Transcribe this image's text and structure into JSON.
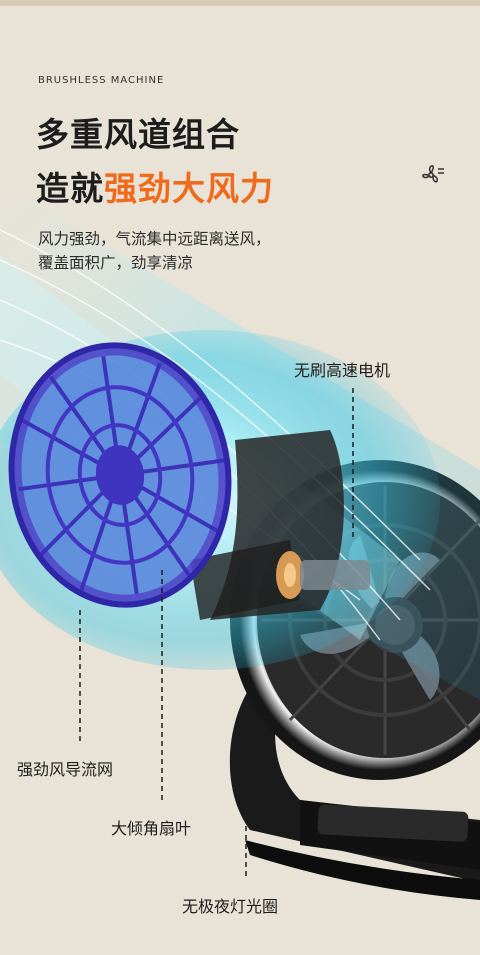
{
  "header": {
    "brand": "BRUSHLESS MACHINE",
    "title_line1": "多重风道组合",
    "title_line2_prefix": "造就",
    "title_line2_accent": "强劲大风力",
    "description_line1": "风力强劲，气流集中远距离送风，",
    "description_line2": "覆盖面积广，劲享清凉"
  },
  "callouts": {
    "motor": "无刷高速电机",
    "guard": "强劲风导流网",
    "blade": "大倾角扇叶",
    "ring": "无极夜灯光圈"
  },
  "colors": {
    "background": "#e9e2d6",
    "accent": "#ef6a1a",
    "text": "#1d1d1d",
    "guard_purple": "#5a4fd6",
    "airflow_cyan": "#4fd7f0",
    "fan_body": "#1c1c1c"
  },
  "icons": {
    "fan": "fan-icon"
  }
}
